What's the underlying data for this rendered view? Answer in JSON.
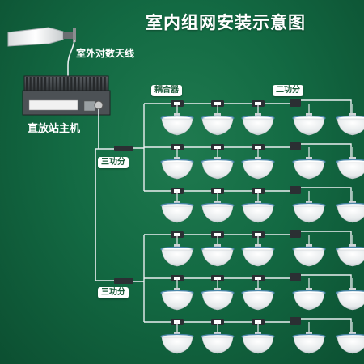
{
  "title": "室内组网安装示意图",
  "labels": {
    "outdoor_antenna": "室外对数天线",
    "repeater": "直放站主机",
    "coupler": "耦合器",
    "two_way_splitter": "二功分",
    "three_way_splitter": "三功分"
  },
  "groups": [
    {
      "rows": 3,
      "antennas_per_row": 5
    },
    {
      "rows": 3,
      "antennas_per_row": 5
    }
  ],
  "colors": {
    "background": "#136a43",
    "tag_background": "#ffffff",
    "tag_text": "#1c5c3b",
    "cable": "#e9eef0",
    "device": "#2b2f33"
  }
}
